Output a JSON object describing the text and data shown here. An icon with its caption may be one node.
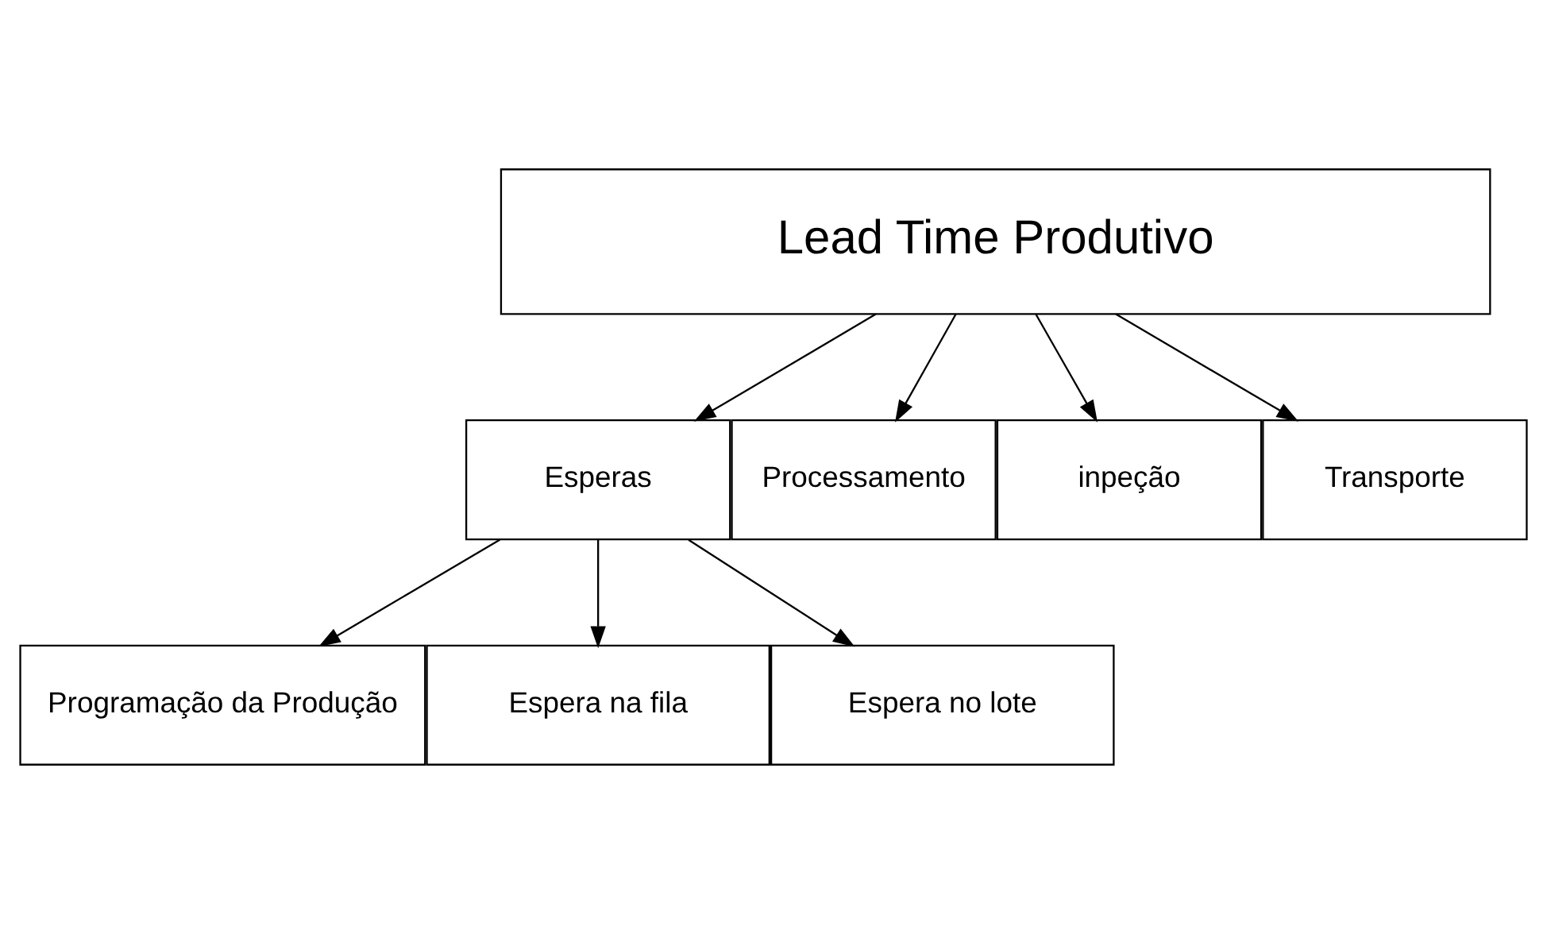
{
  "diagram": {
    "nodes": [
      {
        "text": [
          "Lead Time Produtivo"
        ]
      },
      {
        "text": [
          "Esperas"
        ]
      },
      {
        "text": [
          "Processamento"
        ]
      },
      {
        "text": [
          "inpeção"
        ]
      },
      {
        "text": [
          "Transporte"
        ]
      },
      {
        "text": [
          "Programação da Produção"
        ]
      },
      {
        "text": [
          "Espera na fila"
        ]
      },
      {
        "text": [
          "Espera no lote"
        ]
      }
    ],
    "edges": [
      {
        "from": 0,
        "to": 1,
        "arrow": "to"
      },
      {
        "from": 0,
        "to": 2,
        "arrow": "to"
      },
      {
        "from": 0,
        "to": 3,
        "arrow": "to"
      },
      {
        "from": 0,
        "to": 4,
        "arrow": "to"
      },
      {
        "from": 1,
        "to": 5,
        "arrow": "to"
      },
      {
        "from": 1,
        "to": 6,
        "arrow": "to"
      },
      {
        "from": 1,
        "to": 7,
        "arrow": "to"
      }
    ]
  }
}
